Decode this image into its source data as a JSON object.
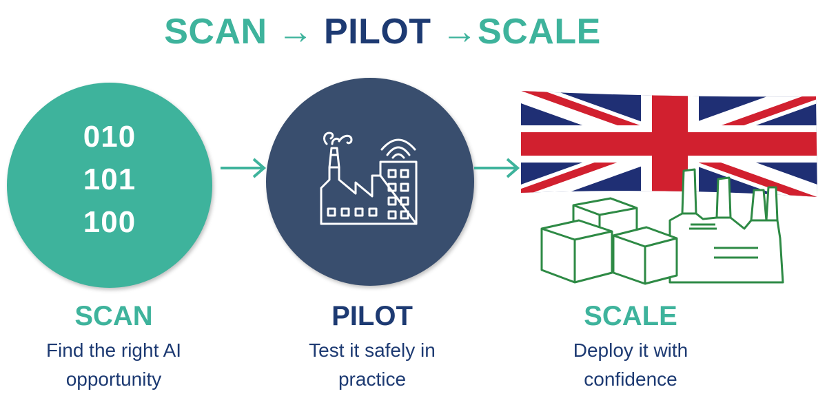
{
  "title": {
    "part1": "SCAN",
    "arrow1": "→",
    "part2": "PILOT",
    "arrow2": "→",
    "part3": "SCALE"
  },
  "scan": {
    "binary": [
      "010",
      "101",
      "100"
    ],
    "label": "SCAN",
    "description_line1": "Find the right AI",
    "description_line2": "opportunity"
  },
  "pilot": {
    "label": "PILOT",
    "description_line1": "Test it safely in",
    "description_line2": "practice"
  },
  "scale": {
    "label": "SCALE",
    "description_line1": "Deploy it with",
    "description_line2": "confidence"
  },
  "colors": {
    "teal": "#3eb39c",
    "navy": "#1d3a72",
    "pilot_circle": "#394e6e",
    "factory_green": "#2e8a45",
    "flag_blue": "#1f2f74",
    "flag_red": "#d1202f"
  },
  "icons": {
    "pilot": "smart-factory-icon",
    "scale": "union-jack-flag-with-factory-and-boxes"
  }
}
